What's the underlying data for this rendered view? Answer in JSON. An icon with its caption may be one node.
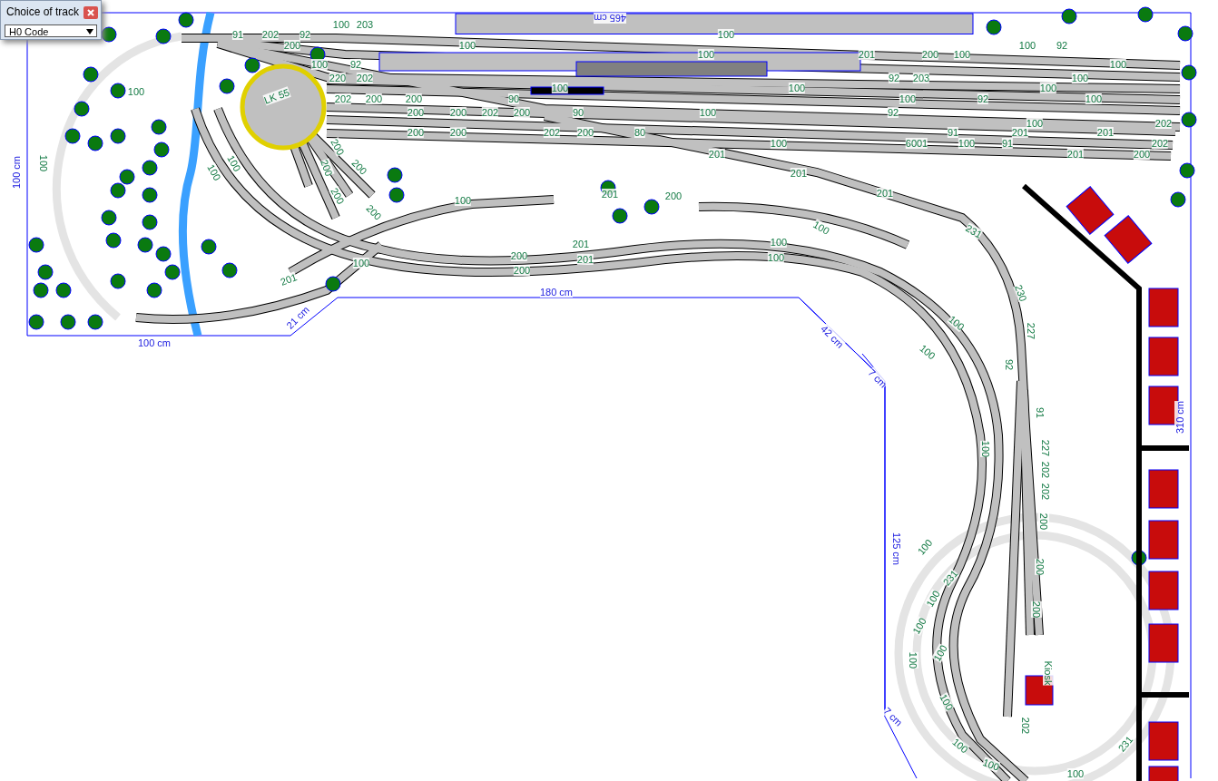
{
  "diagram": {
    "nodes": [
      {
        "text": [
          "Choice of track",
          "H0 Code"
        ]
      }
    ],
    "labels": [
      "465 cm",
      "100",
      "203",
      "91",
      "202",
      "92",
      "100",
      "200",
      "100",
      "100",
      "92",
      "100",
      "201",
      "200",
      "100",
      "100",
      "92",
      "100",
      "220",
      "202",
      "92",
      "203",
      "100",
      "100",
      "100",
      "100",
      "202",
      "200",
      "200",
      "90",
      "100",
      "92",
      "100",
      "200",
      "200",
      "202",
      "200",
      "90",
      "100",
      "92",
      "100",
      "202",
      "200",
      "200",
      "202",
      "200",
      "80",
      "91",
      "201",
      "201",
      "100",
      "6001",
      "100",
      "91",
      "202",
      "201",
      "201",
      "200",
      "201",
      "201",
      "100",
      "100",
      "100",
      "100",
      "LK 55",
      "200",
      "200",
      "200",
      "200",
      "200",
      "100",
      "201",
      "200",
      "100",
      "231",
      "200",
      "201",
      "100",
      "200",
      "201",
      "100",
      "100",
      "201",
      "100",
      "100",
      "230",
      "227",
      "92",
      "91",
      "227",
      "202",
      "202",
      "200",
      "200",
      "200",
      "100",
      "100",
      "231",
      "100",
      "100",
      "100",
      "100",
      "100",
      "100",
      "100",
      "202",
      "231",
      "100",
      "Kiosk",
      "180 cm",
      "21 cm",
      "42 cm",
      "7 cm",
      "125 cm",
      "7 cm",
      "310 cm",
      "100 cm",
      "100 cm"
    ]
  }
}
